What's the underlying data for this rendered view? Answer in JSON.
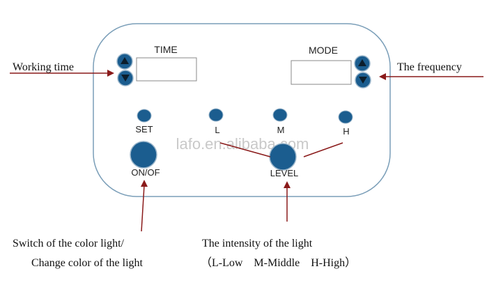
{
  "panel": {
    "time_label": "TIME",
    "mode_label": "MODE",
    "buttons": {
      "set": "SET",
      "low": "L",
      "middle": "M",
      "high": "H",
      "onoff": "ON/OF",
      "level": "LEVEL"
    }
  },
  "watermark": "lafo.en.alibaba.com",
  "annotations": {
    "working_time": "Working time",
    "frequency": "The frequency",
    "switch_line1": "Switch of the color light/",
    "switch_line2": "Change color of the light",
    "intensity_line1": "The intensity of the light",
    "intensity_line2": "（L-Low    M-Middle    H-High）"
  },
  "colors": {
    "button_blue": "#1b5d8f",
    "arrow_red": "#8a1a1a",
    "panel_border": "#7a9eb8"
  }
}
